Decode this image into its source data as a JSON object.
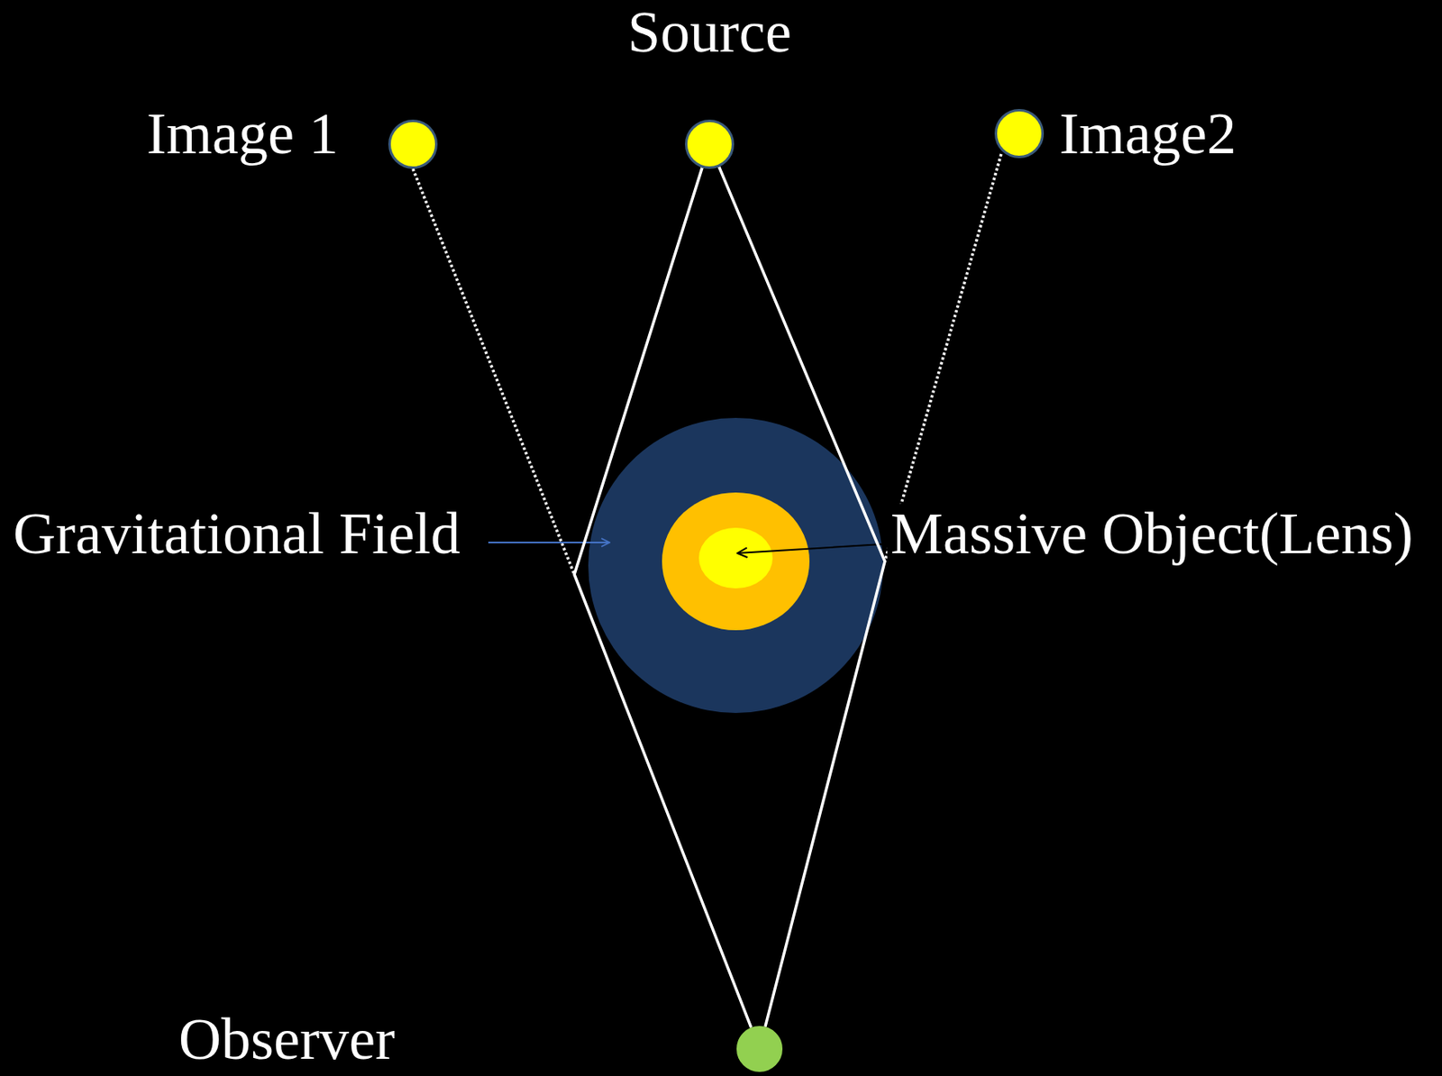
{
  "diagram": {
    "nodes": [
      {
        "text": [
          "Source"
        ]
      },
      {
        "text": [
          "Image 1"
        ]
      },
      {
        "text": [
          "Image2"
        ]
      },
      {
        "text": [
          "Observer"
        ]
      }
    ],
    "edges": [
      {
        "from": 0,
        "to": 3,
        "arrow": "none"
      },
      {
        "from": 0,
        "to": 3,
        "arrow": "none"
      }
    ],
    "labels": [
      "Gravitational Field",
      "Massive Object(Lens)"
    ]
  }
}
